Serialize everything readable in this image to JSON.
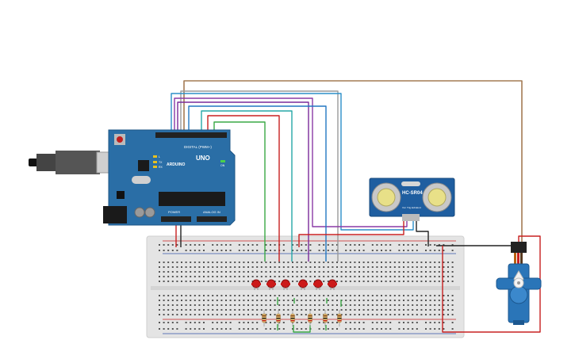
{
  "arduino": {
    "brand": "ARDUINO",
    "model": "UNO",
    "digital_label": "DIGITAL (PWM~)",
    "power_label": "POWER",
    "analog_label": "ANALOG IN",
    "led_labels": [
      "L",
      "TX",
      "RX"
    ],
    "on_label": "ON",
    "board_color": "#2a6ea6"
  },
  "sensor": {
    "label": "HC-SR04",
    "pin_labels": [
      "Vcc",
      "Trig",
      "Echo",
      "Gnd"
    ],
    "board_color": "#1f5ea0"
  },
  "breadboard": {
    "body_color": "#e3e3e3",
    "rail_red": "#cc2222",
    "rail_blue": "#3355aa"
  },
  "servo": {
    "body_color": "#2a75b8"
  },
  "leds": {
    "count": 6,
    "color": "#cc1a1a"
  },
  "resistors": {
    "count": 6,
    "color": "#d9b36c"
  },
  "wires": {
    "colors": {
      "brown": "#a47b54",
      "gray": "#9a9a9a",
      "blue": "#2b8fc9",
      "purple": "#8a3aa6",
      "teal": "#26a7a7",
      "red": "#c82020",
      "green": "#3aa845",
      "black": "#222222"
    }
  }
}
